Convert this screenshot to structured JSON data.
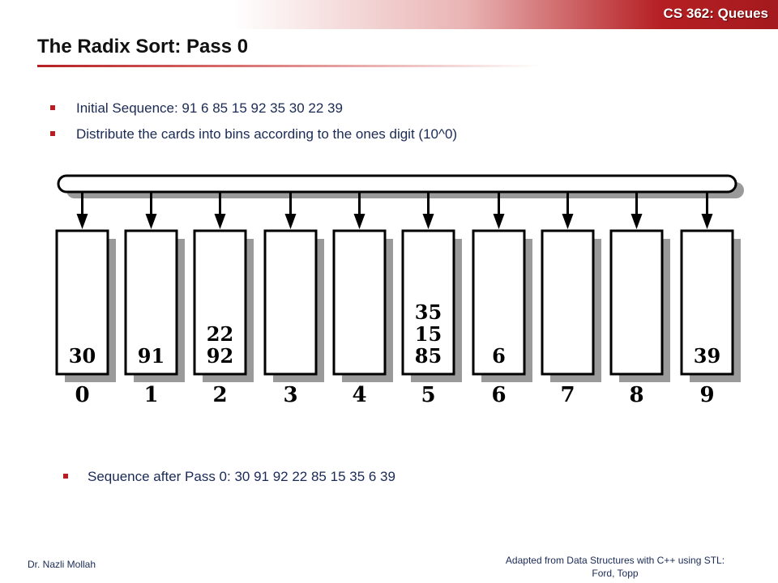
{
  "header": {
    "course": "CS 362:  Queues"
  },
  "slide": {
    "title": "The Radix Sort:  Pass 0",
    "bullets": [
      "Initial Sequence:  91  6  85  15  92  35  30  22  39",
      "Distribute the cards into bins according to the ones digit (10^0)"
    ],
    "result": "Sequence after Pass 0:  30  91  92  22   85  15  35  6  39"
  },
  "bins": [
    {
      "label": "0",
      "items": [
        "30"
      ]
    },
    {
      "label": "1",
      "items": [
        "91"
      ]
    },
    {
      "label": "2",
      "items": [
        "22",
        "92"
      ]
    },
    {
      "label": "3",
      "items": []
    },
    {
      "label": "4",
      "items": []
    },
    {
      "label": "5",
      "items": [
        "35",
        "15",
        "85"
      ]
    },
    {
      "label": "6",
      "items": [
        "6"
      ]
    },
    {
      "label": "7",
      "items": []
    },
    {
      "label": "8",
      "items": []
    },
    {
      "label": "9",
      "items": [
        "39"
      ]
    }
  ],
  "footer": {
    "author": "Dr. Nazli  Mollah",
    "credit_line1": "Adapted from Data Structures with C++ using STL:",
    "credit_line2": "Ford, Topp"
  },
  "colors": {
    "accent": "#b51f23",
    "text": "#1a2a55",
    "shadow": "#9a9a9a"
  }
}
